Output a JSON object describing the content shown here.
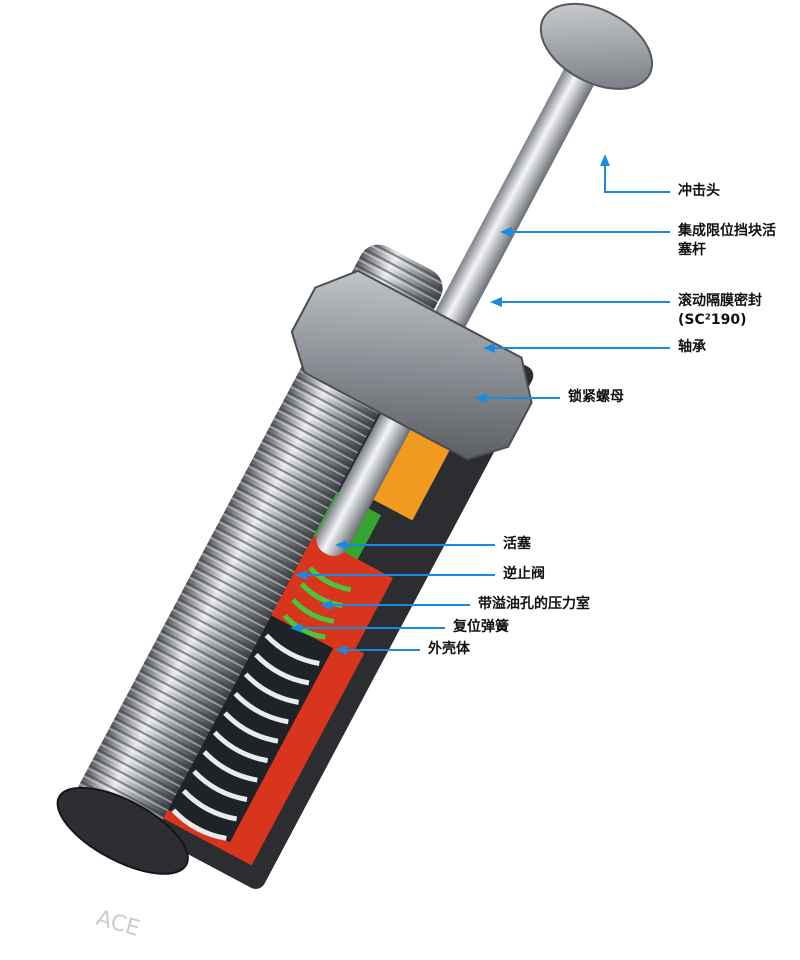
{
  "diagram": {
    "brand_text": "ACE",
    "accent_color": "#1a8ae0",
    "labels": [
      {
        "id": "impact-head",
        "text": "冲击头"
      },
      {
        "id": "piston-rod",
        "text": "集成限位挡块活塞杆"
      },
      {
        "id": "rolling-seal",
        "text": "滚动隔膜密封 (SC²190)"
      },
      {
        "id": "bearing",
        "text": "轴承"
      },
      {
        "id": "lock-nut",
        "text": "锁紧螺母"
      },
      {
        "id": "piston",
        "text": "活塞"
      },
      {
        "id": "check-valve",
        "text": "逆止阀"
      },
      {
        "id": "pressure-chamber",
        "text": "带溢油孔的压力室"
      },
      {
        "id": "return-spring",
        "text": "复位弹簧"
      },
      {
        "id": "outer-body",
        "text": "外壳体"
      }
    ]
  }
}
